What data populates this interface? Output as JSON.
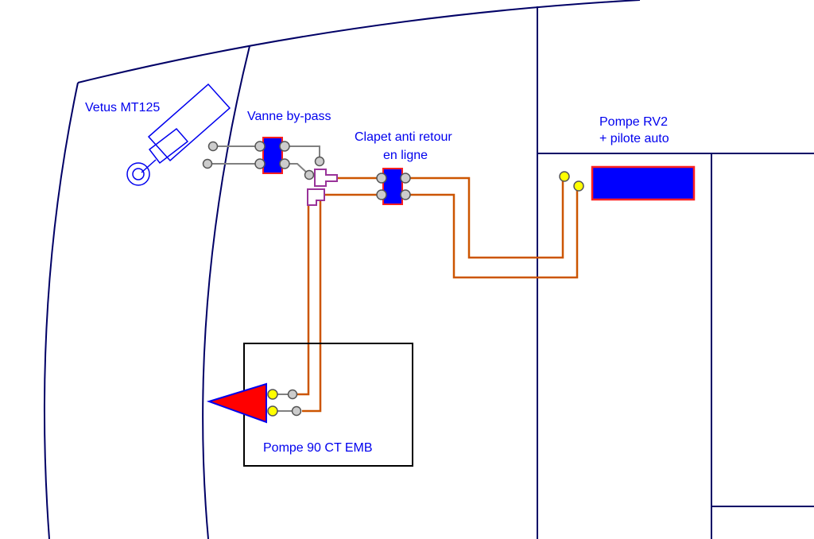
{
  "labels": {
    "vetus": "Vetus MT125",
    "bypass": "Vanne by-pass",
    "clapet_line1": "Clapet anti retour",
    "clapet_line2": "en ligne",
    "pompe_rv2_line1": "Pompe RV2",
    "pompe_rv2_line2": "+ pilote auto",
    "pompe_90": "Pompe 90 CT EMB"
  },
  "colors": {
    "hull_outline": "#000066",
    "label_text": "#0000ee",
    "hose": "#cc5500",
    "grey_pipe": "#808080",
    "component_fill": "#0000ff",
    "component_border": "#ff2020",
    "tee_fitting": "#993399",
    "port_yellow": "#ffff00",
    "port_grey": "#cccccc",
    "motor_outline": "#0000ee",
    "pump_box": "#000000"
  }
}
